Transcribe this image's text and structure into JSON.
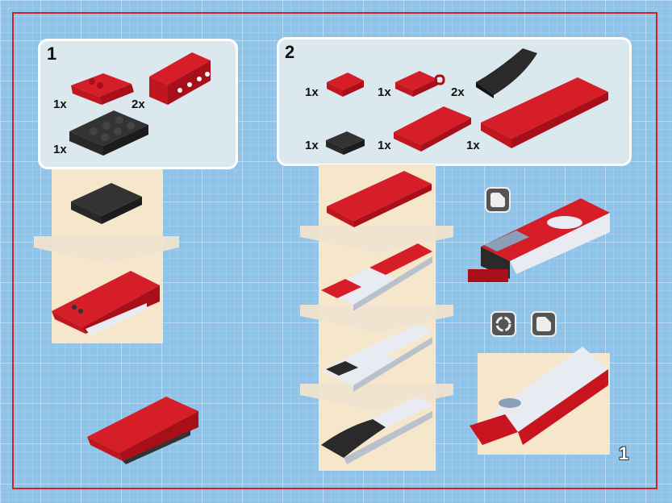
{
  "page_number": "1",
  "steps": [
    {
      "number": "1",
      "parts": [
        {
          "qty": "1x",
          "name": "red-slope-brick"
        },
        {
          "qty": "2x",
          "name": "red-brick-1x4"
        },
        {
          "qty": "1x",
          "name": "black-plate-2x4"
        }
      ]
    },
    {
      "number": "2",
      "parts": [
        {
          "qty": "1x",
          "name": "red-plate-1x2"
        },
        {
          "qty": "1x",
          "name": "red-plate-with-clips"
        },
        {
          "qty": "2x",
          "name": "black-curved-slope"
        },
        {
          "qty": "1x",
          "name": "black-plate-1x2"
        },
        {
          "qty": "1x",
          "name": "red-tile-2x4"
        },
        {
          "qty": "1x",
          "name": "red-plate-2x8"
        }
      ]
    }
  ],
  "icons": [
    "sticker-icon",
    "rotate-icon",
    "sticker-icon"
  ],
  "colors": {
    "frame": "#d3202c",
    "panel": "#dbe8ee",
    "strip": "#f6e6cc",
    "red": "#c8141e",
    "black": "#2a2a2a",
    "white": "#e8ecf2"
  }
}
